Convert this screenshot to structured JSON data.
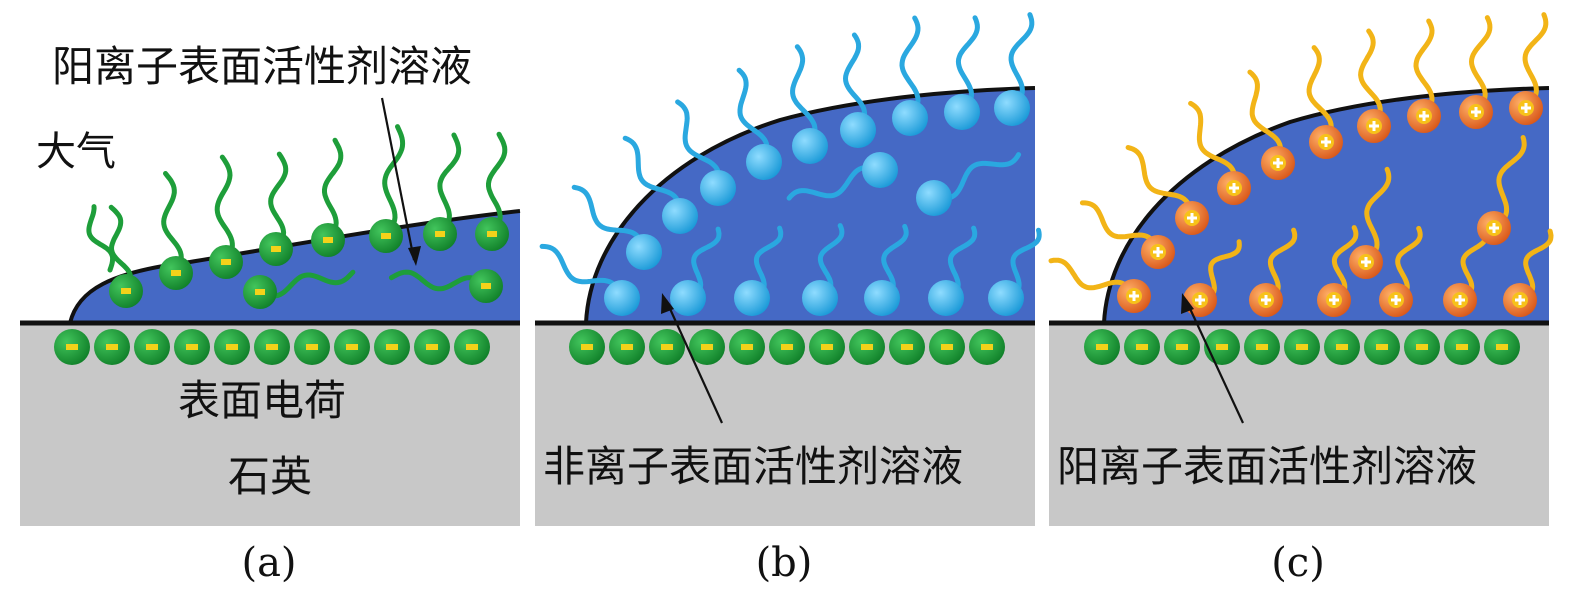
{
  "panels": [
    {
      "caption": "(a)",
      "labels": {
        "cationic_solution": "阳离子表面活性剂溶液",
        "atmosphere": "大气",
        "surface_charge": "表面电荷",
        "quartz": "石英"
      },
      "surfactant": "cationic",
      "head_color": "#1e9e3a",
      "tail_color": "#1e9e3a",
      "head_charge": "-"
    },
    {
      "caption": "(b)",
      "labels": {
        "nonionic_solution": "非离子表面活性剂溶液"
      },
      "surfactant": "nonionic",
      "head_color": "#35b6ea",
      "tail_color": "#2aa8e0",
      "head_charge": ""
    },
    {
      "caption": "(c)",
      "labels": {
        "cationic_solution": "阳离子表面活性剂溶液"
      },
      "surfactant": "cationic",
      "head_color": "#ef7a28",
      "tail_color": "#f2b417",
      "head_charge": "+"
    }
  ],
  "surface_charge_sign": "-",
  "colors": {
    "quartz": "#c8c8c8",
    "droplet": "#4569c5",
    "outline": "#111111",
    "surface_ion": "#1e9e3a",
    "surface_ion_mark": "#f3d21a"
  }
}
